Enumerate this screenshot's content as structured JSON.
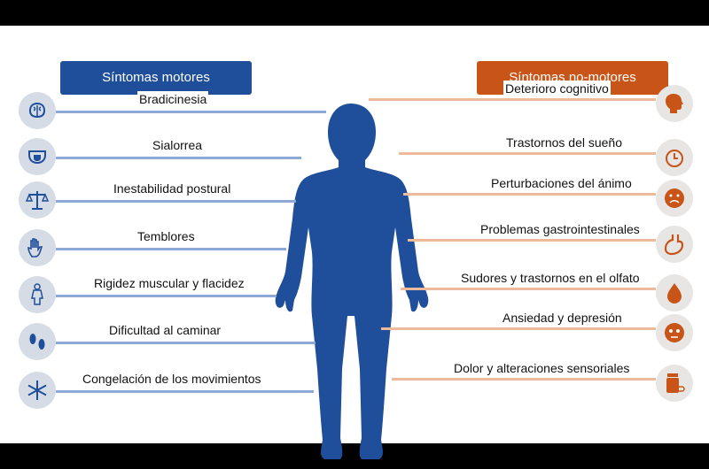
{
  "headers": {
    "motor": "Síntomas motores",
    "non_motor": "Síntomas no-motores"
  },
  "motor": [
    {
      "label": "Bradicinesia",
      "icon": "brain-icon"
    },
    {
      "label": "Sialorrea",
      "icon": "mouth-tongue-icon"
    },
    {
      "label": "Inestabilidad postural",
      "icon": "balance-scale-icon"
    },
    {
      "label": "Temblores",
      "icon": "hand-icon"
    },
    {
      "label": "Rigidez muscular y flacidez",
      "icon": "muscle-body-icon"
    },
    {
      "label": "Dificultad al caminar",
      "icon": "footprints-icon"
    },
    {
      "label": "Congelación de los movimientos",
      "icon": "snowflake-icon"
    }
  ],
  "non_motor": [
    {
      "label": "Deterioro cognitivo",
      "icon": "head-cognition-icon"
    },
    {
      "label": "Trastornos del sueño",
      "icon": "alarm-clock-icon"
    },
    {
      "label": "Perturbaciones del ánimo",
      "icon": "sad-face-icon"
    },
    {
      "label": "Problemas gastrointestinales",
      "icon": "stomach-icon"
    },
    {
      "label": "Sudores y trastornos en el olfato",
      "icon": "drop-icon"
    },
    {
      "label": "Ansiedad y depresión",
      "icon": "worried-face-icon"
    },
    {
      "label": "Dolor y alteraciones sensoriales",
      "icon": "pill-bottle-icon"
    }
  ],
  "colors": {
    "motor": "#1f4e9a",
    "non_motor": "#c85517",
    "motor_line": "#8fa8d6",
    "non_motor_line": "#efb99b"
  }
}
